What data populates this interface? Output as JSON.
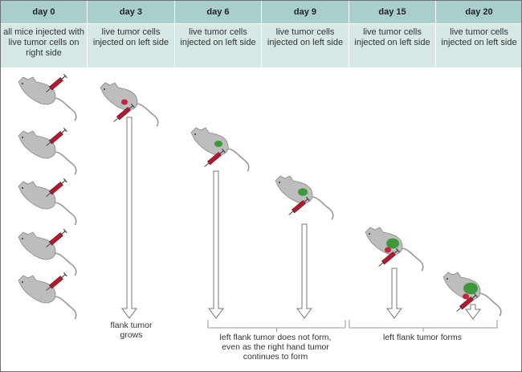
{
  "columns": [
    {
      "day": "day 0",
      "description": "all mice injected with live tumor cells on right side"
    },
    {
      "day": "day 3",
      "description": "live tumor cells injected on left side"
    },
    {
      "day": "day 6",
      "description": "live tumor cells injected on left side"
    },
    {
      "day": "day 9",
      "description": "live tumor cells injected on left side"
    },
    {
      "day": "day 15",
      "description": "live tumor cells injected on left side"
    },
    {
      "day": "day 20",
      "description": "live tumor cells injected on left side"
    }
  ],
  "annotations": {
    "flank_grows": "flank tumor grows",
    "does_not_form": "left flank tumor  does not form, even as the right hand tumor  continues to form",
    "forms": "left flank tumor forms"
  },
  "colors": {
    "header": "#a8cfcb",
    "body": "#d5e8e6",
    "mouse": "#bdbdbd",
    "red_tumor": "#c8233a",
    "green_tumor": "#3d9a3a",
    "syringe": "#b3192f"
  }
}
